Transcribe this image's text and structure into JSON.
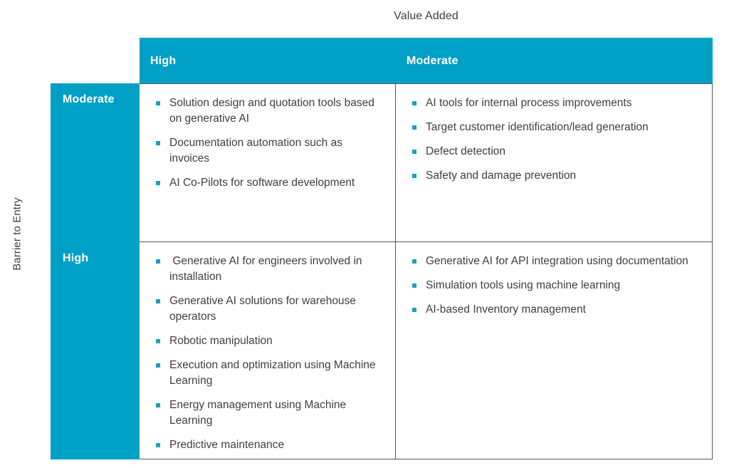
{
  "axes": {
    "column_axis_title": "Value Added",
    "row_axis_title": "Barrier to Entry"
  },
  "colors": {
    "header_fill": "#00A0C6",
    "bullet": "#17A3BD",
    "text": "#404040",
    "border": "#595959"
  },
  "columns": [
    {
      "label": "High"
    },
    {
      "label": "Moderate"
    }
  ],
  "rows": [
    {
      "label": "Moderate"
    },
    {
      "label": "High"
    }
  ],
  "chart_data": {
    "type": "table",
    "title": "Value Added",
    "xlabel": "Value Added",
    "ylabel": "Barrier to Entry",
    "categories": [
      "High",
      "Moderate"
    ],
    "row_categories": [
      "Moderate",
      "High"
    ],
    "quadrants": [
      {
        "row": "Moderate",
        "column": "High",
        "items": [
          "Solution design and quotation tools based on generative AI",
          "Documentation automation such as invoices",
          "AI Co-Pilots for software development"
        ]
      },
      {
        "row": "Moderate",
        "column": "Moderate",
        "items": [
          "AI tools for internal process improvements",
          "Target customer identification/lead generation",
          "Defect detection",
          "Safety and damage prevention"
        ]
      },
      {
        "row": "High",
        "column": "High",
        "items": [
          " Generative AI for engineers involved in installation",
          "Generative AI solutions for warehouse operators",
          "Robotic manipulation",
          "Execution and optimization using Machine Learning",
          "Energy management using Machine Learning",
          "Predictive maintenance"
        ]
      },
      {
        "row": "High",
        "column": "Moderate",
        "items": [
          "Generative AI for API integration using documentation",
          "Simulation tools using machine learning",
          "AI-based Inventory management"
        ]
      }
    ]
  }
}
